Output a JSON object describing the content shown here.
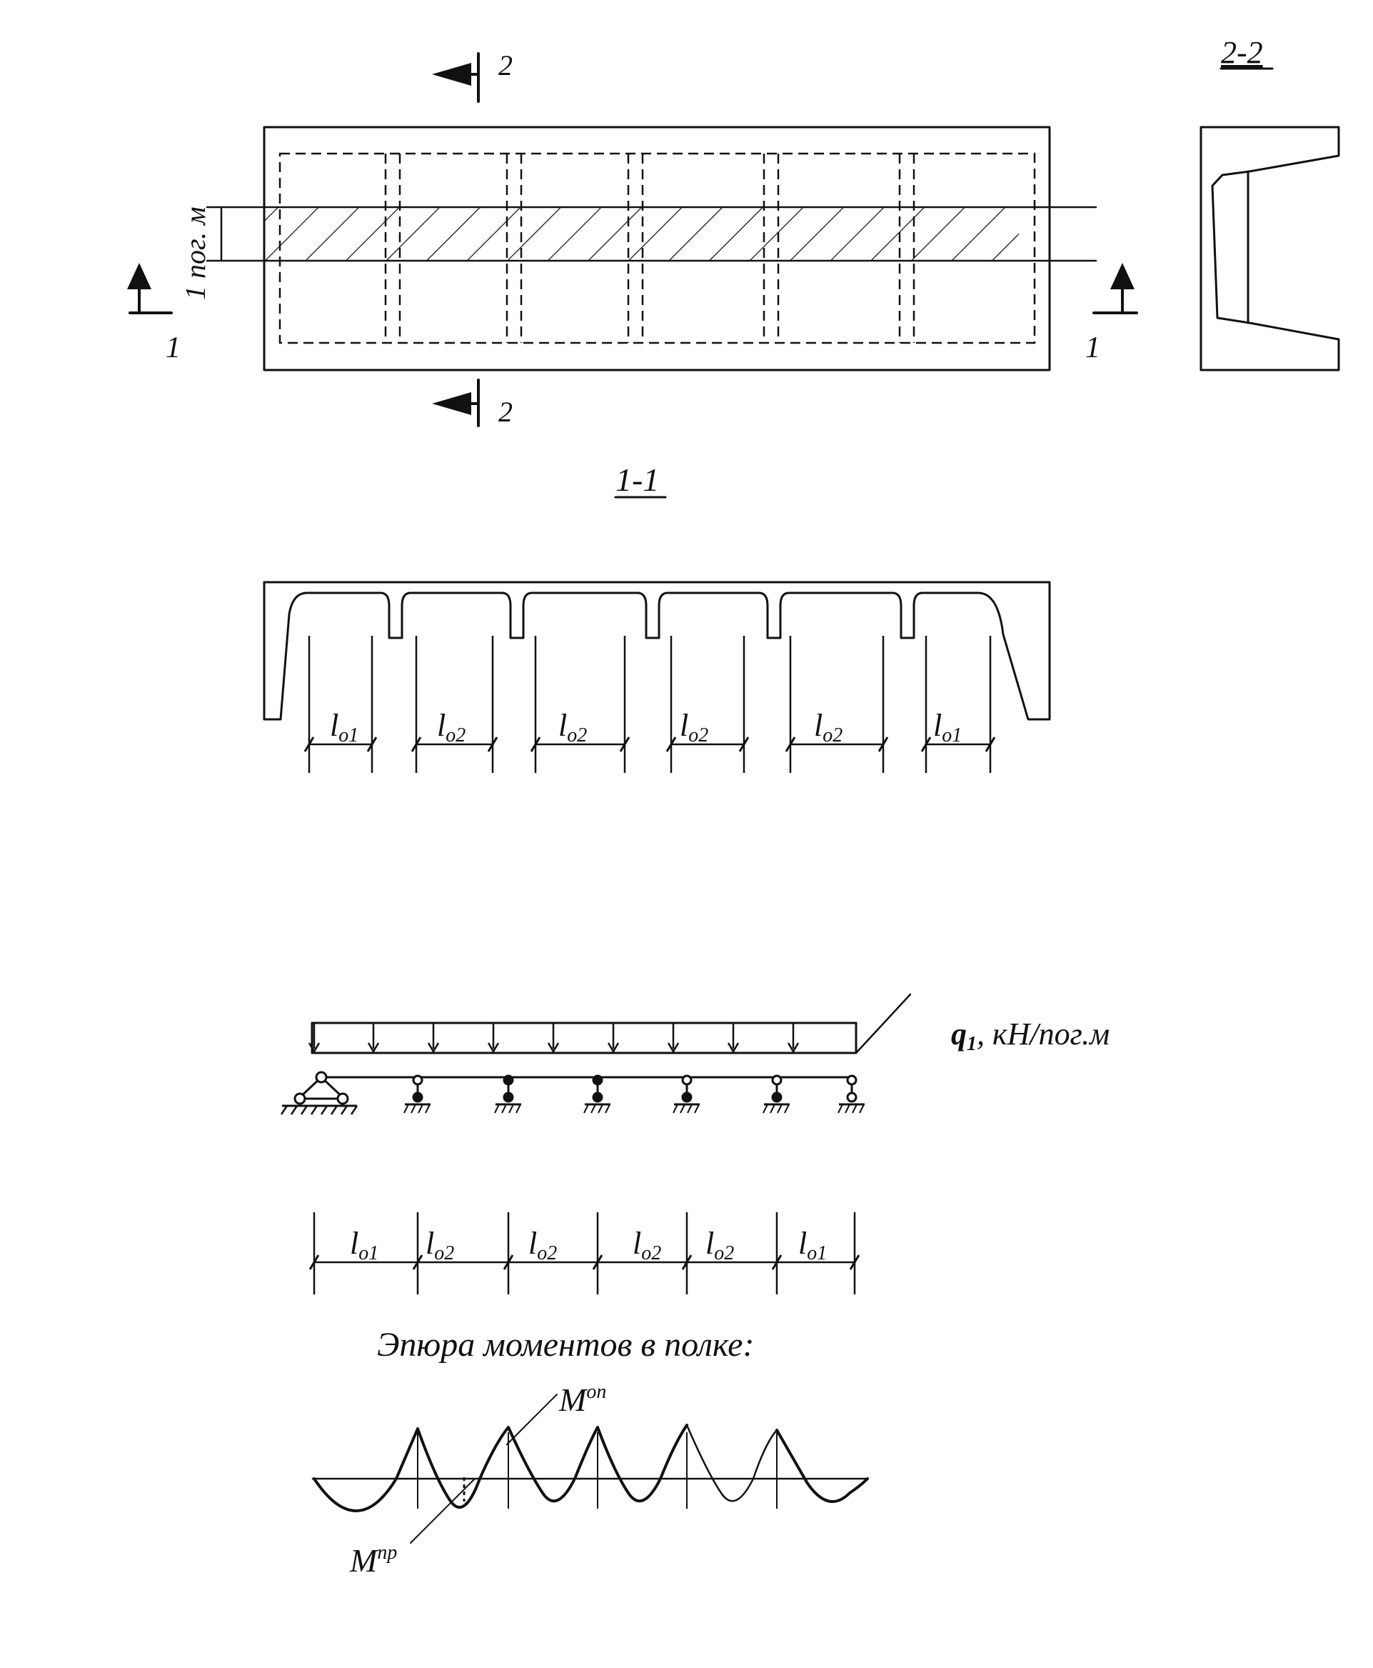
{
  "plan": {
    "section_mark_2": "2",
    "section_mark_1": "1",
    "strip_label": "1 пог. м"
  },
  "section_22": {
    "title": "2-2"
  },
  "section_11": {
    "title": "1-1",
    "spans": [
      "l",
      "l",
      "l",
      "l",
      "l",
      "l"
    ],
    "span_subscripts": [
      "o1",
      "o2",
      "o2",
      "o2",
      "o2",
      "o1"
    ]
  },
  "beam_scheme": {
    "load_label_q": "q",
    "load_label_sub": "1",
    "load_label_unit": ", кН/пог.м",
    "spans": [
      "l",
      "l",
      "l",
      "l",
      "l",
      "l"
    ],
    "span_subscripts": [
      "o1",
      "o2",
      "o2",
      "o2",
      "o2",
      "o1"
    ]
  },
  "moment_diagram": {
    "title": "Эпюра моментов в полке:",
    "support_label": "M",
    "support_label_sup": "оп",
    "span_label": "M",
    "span_label_sup": "пр"
  }
}
